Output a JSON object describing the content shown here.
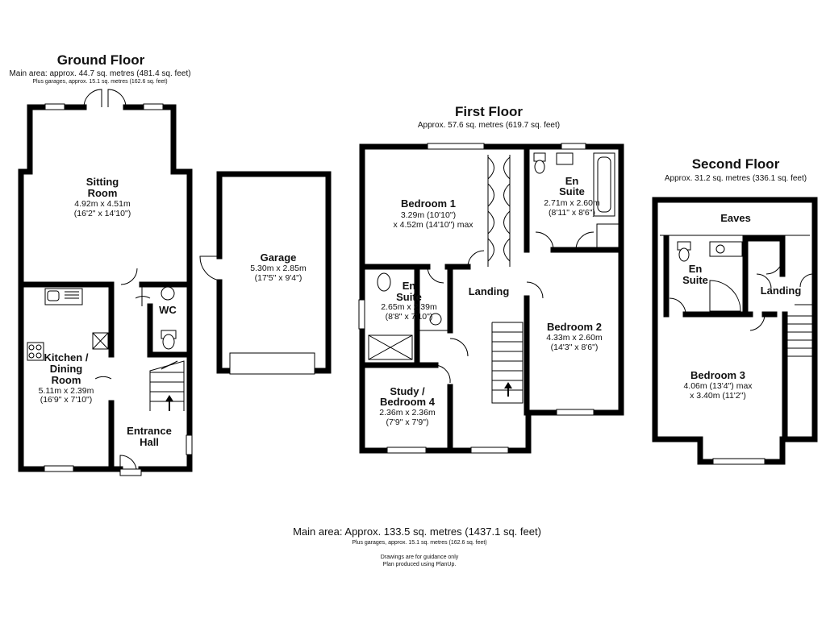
{
  "ground": {
    "title": "Ground Floor",
    "area": "Main area: approx. 44.7 sq. metres (481.4 sq. feet)",
    "garage_note": "Plus garages, approx. 15.1 sq. metres (162.6 sq. feet)",
    "rooms": {
      "sitting": {
        "name1": "Sitting",
        "name2": "Room",
        "dim1": "4.92m x 4.51m",
        "dim2": "(16'2\" x 14'10\")"
      },
      "kitchen": {
        "name1": "Kitchen /",
        "name2": "Dining",
        "name3": "Room",
        "dim1": "5.11m x 2.39m",
        "dim2": "(16'9\" x 7'10\")"
      },
      "wc": {
        "name1": "WC"
      },
      "hall": {
        "name1": "Entrance",
        "name2": "Hall"
      },
      "garage": {
        "name1": "Garage",
        "dim1": "5.30m x 2.85m",
        "dim2": "(17'5\" x 9'4\")"
      }
    }
  },
  "first": {
    "title": "First Floor",
    "area": "Approx. 57.6 sq. metres (619.7 sq. feet)",
    "rooms": {
      "bed1": {
        "name1": "Bedroom 1",
        "dim1": "3.29m (10'10\")",
        "dim2": "x 4.52m (14'10\") max"
      },
      "ensuite_a": {
        "name1": "En",
        "name2": "Suite",
        "dim1": "2.71m x 2.60m",
        "dim2": "(8'11\" x 8'6\")"
      },
      "ensuite_b": {
        "name1": "En",
        "name2": "Suite",
        "dim1": "2.65m x 2.39m",
        "dim2": "(8'8\" x 7'10\")"
      },
      "landing": {
        "name1": "Landing"
      },
      "bed2": {
        "name1": "Bedroom 2",
        "dim1": "4.33m x 2.60m",
        "dim2": "(14'3\" x 8'6\")"
      },
      "study": {
        "name1": "Study /",
        "name2": "Bedroom 4",
        "dim1": "2.36m x 2.36m",
        "dim2": "(7'9\" x 7'9\")"
      }
    }
  },
  "second": {
    "title": "Second Floor",
    "area": "Approx. 31.2 sq. metres (336.1 sq. feet)",
    "rooms": {
      "eaves": {
        "name1": "Eaves"
      },
      "ensuite": {
        "name1": "En",
        "name2": "Suite"
      },
      "landing": {
        "name1": "Landing"
      },
      "bed3": {
        "name1": "Bedroom 3",
        "dim1": "4.06m (13'4\") max",
        "dim2": "x 3.40m (11'2\")"
      }
    }
  },
  "footer": {
    "total": "Main area: Approx. 133.5 sq. metres (1437.1 sq. feet)",
    "garage_note": "Plus garages, approx. 15.1 sq. metres (162.6 sq. feet)",
    "disclaimer1": "Drawings are for guidance only",
    "disclaimer2": "Plan produced using PlanUp."
  }
}
